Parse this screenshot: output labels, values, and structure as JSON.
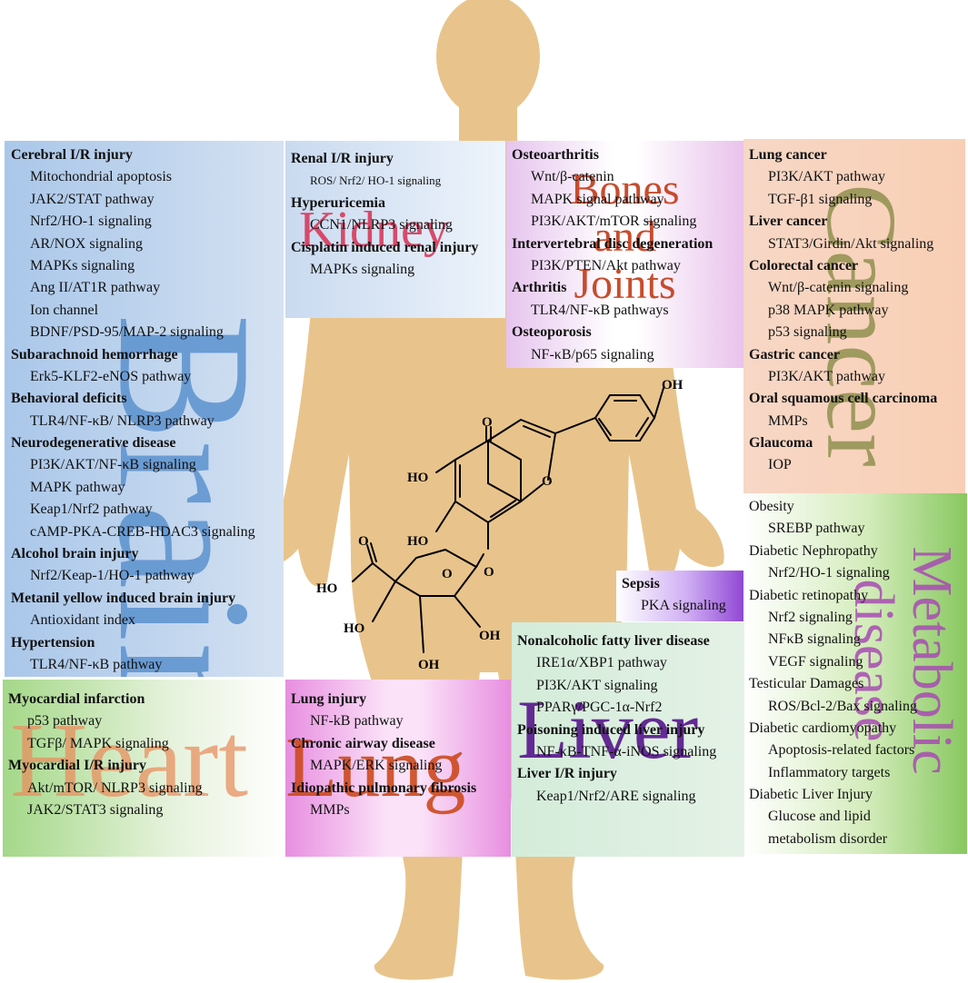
{
  "colors": {
    "silhouette": "#e8c48c",
    "brain": "#5b92cf",
    "kidney": "#d83a5c",
    "bones": "#c23a18",
    "cancer": "#8a8c48",
    "metabolic": "#a84cb2",
    "sepsis": "#9048d4",
    "liver": "#5a1a8e",
    "heart": "#e89060",
    "lung": "#cc4a1e"
  },
  "panels": {
    "brain": {
      "title": "Brain",
      "entries": [
        {
          "text": "Cerebral I/R injury",
          "heading": true
        },
        {
          "text": "Mitochondrial apoptosis"
        },
        {
          "text": "JAK2/STAT pathway"
        },
        {
          "text": "Nrf2/HO-1 signaling"
        },
        {
          "text": "AR/NOX signaling"
        },
        {
          "text": "MAPKs signaling"
        },
        {
          "text": "Ang II/AT1R pathway"
        },
        {
          "text": "Ion channel"
        },
        {
          "text": "BDNF/PSD-95/MAP-2 signaling"
        },
        {
          "text": "Subarachnoid hemorrhage",
          "heading": true
        },
        {
          "text": "Erk5-KLF2-eNOS pathway"
        },
        {
          "text": "Behavioral deficits",
          "heading": true
        },
        {
          "text": "TLR4/NF-κB/ NLRP3 pathway"
        },
        {
          "text": "Neurodegenerative disease",
          "heading": true
        },
        {
          "text": "PI3K/AKT/NF-κB signaling"
        },
        {
          "text": "MAPK pathway"
        },
        {
          "text": "Keap1/Nrf2 pathway"
        },
        {
          "text": "cAMP-PKA-CREB-HDAC3 signaling"
        },
        {
          "text": "Alcohol brain injury",
          "heading": true
        },
        {
          "text": "Nrf2/Keap-1/HO-1 pathway"
        },
        {
          "text": "Metanil yellow induced brain injury",
          "heading": true
        },
        {
          "text": "Antioxidant index"
        },
        {
          "text": "Hypertension",
          "heading": true
        },
        {
          "text": "TLR4/NF-κB pathway"
        }
      ]
    },
    "kidney": {
      "title": "Kidney",
      "entries": [
        {
          "text": "Renal I/R injury",
          "heading": true
        },
        {
          "text": "ROS/ Nrf2/ HO-1 signaling",
          "small": true
        },
        {
          "text": "Hyperuricemia",
          "heading": true
        },
        {
          "text": "CCN1/NLRP3 signaling"
        },
        {
          "text": "Cisplatin induced renal injury",
          "heading": true
        },
        {
          "text": "MAPKs signaling"
        }
      ]
    },
    "bones": {
      "title_lines": [
        "Bones",
        "and",
        "Joints"
      ],
      "entries": [
        {
          "text": "Osteoarthritis",
          "heading": true
        },
        {
          "text": "Wnt/β-catenin"
        },
        {
          "text": "MAPK signal pathway"
        },
        {
          "text": "PI3K/AKT/mTOR signaling"
        },
        {
          "text": "Intervertebral disc degeneration",
          "heading": true
        },
        {
          "text": "PI3K/PTEN/Akt pathway"
        },
        {
          "text": "Arthritis",
          "heading": true
        },
        {
          "text": "TLR4/NF-κB pathways"
        },
        {
          "text": "Osteoporosis",
          "heading": true
        },
        {
          "text": "NF-κB/p65 signaling"
        }
      ]
    },
    "cancer": {
      "title": "Cancer",
      "entries": [
        {
          "text": "Lung cancer",
          "heading": true
        },
        {
          "text": "PI3K/AKT pathway"
        },
        {
          "text": "TGF-β1 signaling"
        },
        {
          "text": "Liver cancer",
          "heading": true
        },
        {
          "text": "STAT3/Girdin/Akt signaling"
        },
        {
          "text": "Colorectal cancer",
          "heading": true
        },
        {
          "text": "Wnt/β-catenin signaling"
        },
        {
          "text": "p38 MAPK pathway"
        },
        {
          "text": "p53 signaling"
        },
        {
          "text": "Gastric cancer",
          "heading": true
        },
        {
          "text": "PI3K/AKT pathway"
        },
        {
          "text": "Oral squamous cell carcinoma",
          "heading": true
        },
        {
          "text": "MMPs"
        },
        {
          "text": "Glaucoma",
          "heading": true
        },
        {
          "text": "IOP"
        }
      ]
    },
    "metabolic": {
      "title_lines": [
        "Metabolic",
        "disease"
      ],
      "entries": [
        {
          "text": "Obesity"
        },
        {
          "text": "SREBP pathway",
          "indent": true
        },
        {
          "text": "Diabetic Nephropathy"
        },
        {
          "text": "Nrf2/HO-1 signaling",
          "indent": true
        },
        {
          "text": "Diabetic retinopathy"
        },
        {
          "text": "Nrf2 signaling",
          "indent": true
        },
        {
          "text": "NFκB signaling",
          "indent": true
        },
        {
          "text": "VEGF signaling",
          "indent": true
        },
        {
          "text": "Testicular Damages"
        },
        {
          "text": "ROS/Bcl-2/Bax signaling",
          "indent": true
        },
        {
          "text": "Diabetic cardiomyopathy"
        },
        {
          "text": "Apoptosis-related factors",
          "indent": true
        },
        {
          "text": "Inflammatory targets",
          "indent": true
        },
        {
          "text": "Diabetic Liver Injury"
        },
        {
          "text": "Glucose and lipid",
          "indent": true
        },
        {
          "text": "metabolism disorder",
          "indent": true
        }
      ]
    },
    "sepsis": {
      "entries": [
        {
          "text": "Sepsis",
          "heading": true
        },
        {
          "text": "PKA signaling"
        }
      ]
    },
    "liver": {
      "title": "Liver",
      "entries": [
        {
          "text": "Nonalcoholic fatty liver disease",
          "heading": true
        },
        {
          "text": "IRE1α/XBP1 pathway"
        },
        {
          "text": "PI3K/AKT signaling"
        },
        {
          "text": "PPARγ/PGC-1α-Nrf2"
        },
        {
          "text": "Poisoning induced liver injury",
          "heading": true
        },
        {
          "text": "NF-κB-TNF-α-iNOS signaling"
        },
        {
          "text": "Liver I/R injury",
          "heading": true
        },
        {
          "text": "Keap1/Nrf2/ARE signaling"
        }
      ]
    },
    "heart": {
      "title": "Heart",
      "entries": [
        {
          "text": "Myocardial infarction",
          "heading": true
        },
        {
          "text": "p53 pathway"
        },
        {
          "text": "TGFβ/ MAPK signaling"
        },
        {
          "text": "Myocardial I/R injury",
          "heading": true
        },
        {
          "text": "Akt/mTOR/ NLRP3 signaling"
        },
        {
          "text": "JAK2/STAT3 signaling"
        }
      ]
    },
    "lung": {
      "title": "Lung",
      "entries": [
        {
          "text": "Lung injury",
          "heading": true
        },
        {
          "text": "NF-kB pathway"
        },
        {
          "text": "Chronic airway disease",
          "heading": true
        },
        {
          "text": "MAPK/ERK signaling"
        },
        {
          "text": "Idiopathic pulmonary fibrosis",
          "heading": true
        },
        {
          "text": "MMPs"
        }
      ]
    }
  },
  "molecule": {
    "labels": {
      "oh_top": "OH",
      "o_ketone": "O",
      "o_ring": "O",
      "ho_5": "HO",
      "ho_6": "HO",
      "o_link": "O",
      "o_acid": "O",
      "ho_acid": "HO",
      "o_sugar": "O",
      "ho_sugar": "HO",
      "oh_sugar_right": "OH",
      "oh_sugar_bottom": "OH"
    }
  }
}
